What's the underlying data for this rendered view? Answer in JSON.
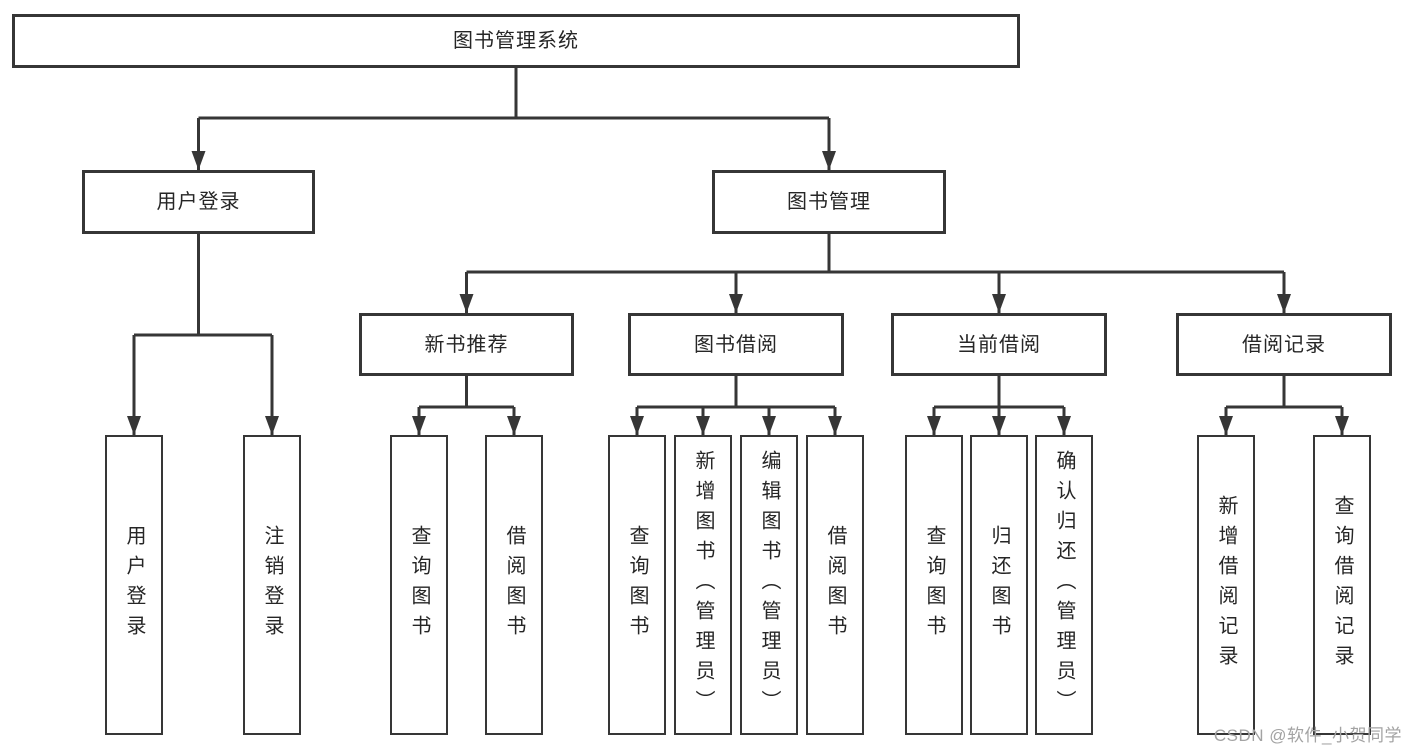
{
  "nodes": {
    "root": "图书管理系统",
    "branches": {
      "user_login": "用户登录",
      "book_management": "图书管理"
    },
    "modules": {
      "new_book_recommend": "新书推荐",
      "book_borrowing": "图书借阅",
      "current_borrowing": "当前借阅",
      "borrowing_records": "借阅记录"
    },
    "leaves": {
      "user_login": [
        "用户登录",
        "注销登录"
      ],
      "new_book_recommend": [
        "查询图书",
        "借阅图书"
      ],
      "book_borrowing": [
        "查询图书",
        "新增图书（管理员）",
        "编辑图书（管理员）",
        "借阅图书"
      ],
      "current_borrowing": [
        "查询图书",
        "归还图书",
        "确认归还（管理员）"
      ],
      "borrowing_records": [
        "新增借阅记录",
        "查询借阅记录"
      ]
    }
  },
  "watermark": "CSDN @软件_小贺同学",
  "colors": {
    "line": "#363636",
    "box_border": "#363636",
    "text": "#262626",
    "watermark": "#a3a3a3",
    "background": "#ffffff"
  }
}
